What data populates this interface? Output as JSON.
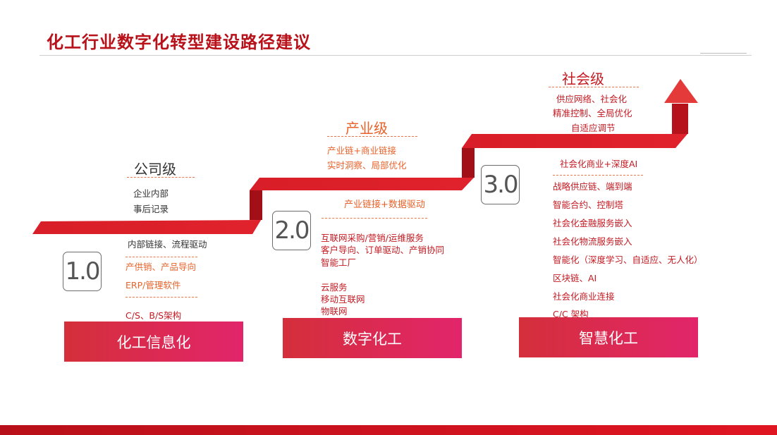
{
  "title": "化工行业数字化转型建设路径建议",
  "colors": {
    "accent": "#c41a22",
    "orange": "#e8622a",
    "box_start": "#d42f3a",
    "box_end": "#e2256b"
  },
  "stages": [
    {
      "level": "公司级",
      "above": [
        "企业内部",
        "事后记录"
      ],
      "version": "1.0",
      "subhead": "内部链接、流程驱动",
      "items": [
        "产供销、产品导向",
        "ERP/管理软件",
        "C/S、B/S架构"
      ],
      "box": "化工信息化"
    },
    {
      "level": "产业级",
      "above": [
        "产业链+商业链接",
        "实时洞察、局部优化"
      ],
      "version": "2.0",
      "subhead": "产业链接+数据驱动",
      "items": [
        "互联网采购/营销/运维服务",
        "客户导向、订单驱动、产销协同",
        "智能工厂",
        "云服务",
        "移动互联网",
        "物联网"
      ],
      "box": "数字化工"
    },
    {
      "level": "社会级",
      "above": [
        "供应网络、社会化",
        "精准控制、全局优化",
        "自适应调节"
      ],
      "version": "3.0",
      "subhead": "社会化商业+深度AI",
      "items": [
        "战略供应链、端到端",
        "智能合约、控制塔",
        "社会化金融服务嵌入",
        "社会化物流服务嵌入",
        "智能化（深度学习、自适应、无人化）",
        "区块链、AI",
        "社会化商业连接",
        "C/C 架构"
      ],
      "box": "智慧化工"
    }
  ]
}
